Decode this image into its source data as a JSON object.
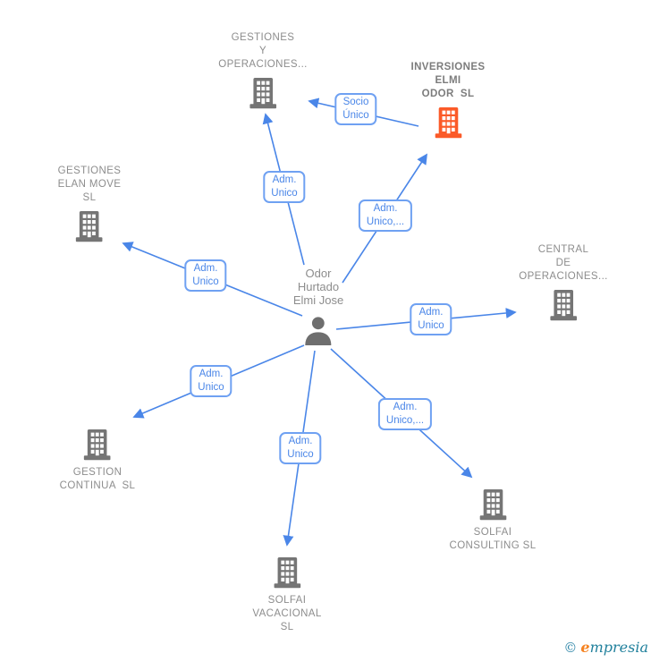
{
  "diagram": {
    "person": {
      "name": "Odor\nHurtado\nElmi Jose"
    },
    "companies": [
      {
        "label": "GESTIONES\nY\nOPERACIONES...",
        "highlighted": false
      },
      {
        "label": "INVERSIONES\nELMI\nODOR  SL",
        "highlighted": true
      },
      {
        "label": "GESTIONES\nELAN MOVE\nSL",
        "highlighted": false
      },
      {
        "label": "CENTRAL\nDE\nOPERACIONES...",
        "highlighted": false
      },
      {
        "label": "GESTION\nCONTINUA  SL",
        "highlighted": false
      },
      {
        "label": "SOLFAI\nCONSULTING SL",
        "highlighted": false
      },
      {
        "label": "SOLFAI\nVACACIONAL\nSL",
        "highlighted": false
      }
    ],
    "edges": [
      {
        "from": "Odor Hurtado Elmi Jose",
        "to": "GESTIONES Y OPERACIONES...",
        "label": "Adm.\nUnico"
      },
      {
        "from": "INVERSIONES ELMI ODOR SL",
        "to": "GESTIONES Y OPERACIONES...",
        "label": "Socio\nÚnico"
      },
      {
        "from": "Odor Hurtado Elmi Jose",
        "to": "INVERSIONES ELMI ODOR SL",
        "label": "Adm.\nUnico,..."
      },
      {
        "from": "Odor Hurtado Elmi Jose",
        "to": "GESTIONES ELAN MOVE SL",
        "label": "Adm.\nUnico"
      },
      {
        "from": "Odor Hurtado Elmi Jose",
        "to": "CENTRAL DE OPERACIONES...",
        "label": "Adm.\nUnico"
      },
      {
        "from": "Odor Hurtado Elmi Jose",
        "to": "GESTION CONTINUA SL",
        "label": "Adm.\nUnico"
      },
      {
        "from": "Odor Hurtado Elmi Jose",
        "to": "SOLFAI VACACIONAL SL",
        "label": "Adm.\nUnico"
      },
      {
        "from": "Odor Hurtado Elmi Jose",
        "to": "SOLFAI CONSULTING SL",
        "label": "Adm.\nUnico,..."
      }
    ],
    "colors": {
      "edge_blue": "#4a86e8",
      "edge_label_border": "#6fa1f2",
      "edge_label_text": "#4a86e8",
      "company_icon_gray": "#757575",
      "company_icon_highlight": "#fb5a28",
      "label_gray": "#8d8d8d",
      "person_icon_gray": "#6e6e6e"
    }
  },
  "watermark": {
    "copyright": "©",
    "brand_initial": "e",
    "brand_rest": "mpresia"
  }
}
